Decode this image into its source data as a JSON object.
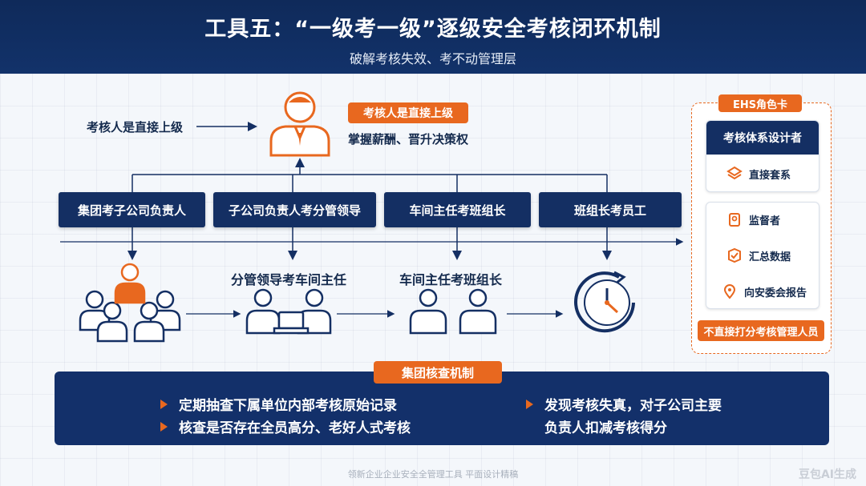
{
  "header": {
    "title": "工具五：“一级考一级”逐级安全考核闭环机制",
    "subtitle": "破解考核失效、考不动管理层"
  },
  "top": {
    "left_label": "考核人是直接上级",
    "tag": "考核人是直接上级",
    "tag_desc": "掌握薪酬、晋升决策权"
  },
  "levels": [
    "集团考子公司负责人",
    "子公司负责人考分管领导",
    "车间主任考班组长",
    "班组长考员工"
  ],
  "mid_labels": {
    "second": "分管领导考车间主任",
    "third": "车间主任考班组长"
  },
  "side": {
    "title": "EHS角色卡",
    "designer": "考核体系设计者",
    "direct": "直接套系",
    "items": [
      "监督者",
      "汇总数据",
      "向安委会报告"
    ],
    "bottom_tag": "不直接打分考核管理人员"
  },
  "bottom": {
    "title": "集团核查机制",
    "bullets_left": [
      "定期抽查下属单位内部考核原始记录",
      "核查是否存在全员高分、老好人式考核"
    ],
    "bullets_right": [
      "发现考核失真，对子公司主要",
      "负责人扣减考核得分"
    ]
  },
  "footer": "领新企业企业安全全管理工具  平面设计精稿",
  "watermark": "豆包AI生成",
  "colors": {
    "navy": "#142f63",
    "orange": "#e8681f"
  }
}
